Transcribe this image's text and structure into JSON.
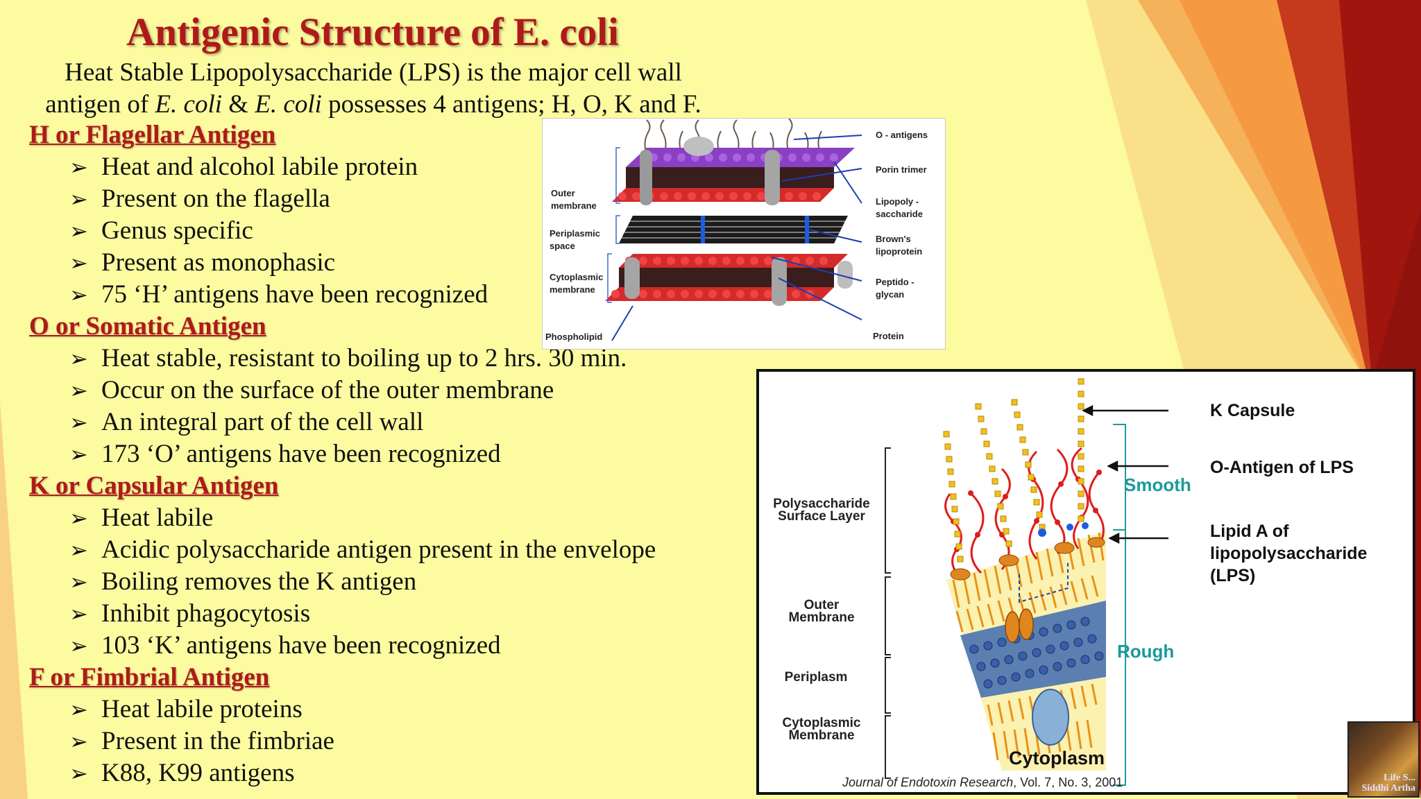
{
  "slide": {
    "title": "Antigenic Structure of E. coli",
    "intro": {
      "line1": "Heat Stable Lipopolysaccharide (LPS) is the major cell wall",
      "line2_a": "antigen of ",
      "line2_italic1": "E. coli",
      "line2_b": " & ",
      "line2_italic2": "E. coli",
      "line2_c": " possesses 4 antigens; H, O, K and F."
    },
    "arrow_glyph": "➢",
    "sections": [
      {
        "heading": "H or Flagellar Antigen",
        "bullets": [
          "Heat and alcohol labile protein",
          "Present on the flagella",
          "Genus specific",
          "Present as monophasic",
          "75 ‘H’ antigens have been recognized"
        ]
      },
      {
        "heading": "O or Somatic Antigen",
        "bullets": [
          "Heat stable, resistant to boiling up to 2 hrs. 30 min.",
          "Occur on the surface of the outer membrane",
          "An integral part of the cell wall",
          "173 ‘O’ antigens have been recognized"
        ]
      },
      {
        "heading": "K or Capsular Antigen",
        "bullets": [
          "Heat labile",
          "Acidic polysaccharide antigen present in the envelope",
          "Boiling removes the K antigen",
          "Inhibit phagocytosis",
          "103 ‘K’ antigens have been recognized"
        ]
      },
      {
        "heading": "F or Fimbrial Antigen",
        "bullets": [
          "Heat labile proteins",
          "Present in the fimbriae",
          "K88, K99 antigens"
        ]
      }
    ]
  },
  "figure_membrane": {
    "left_labels": {
      "outer_1": "Outer",
      "outer_2": "membrane",
      "peri_1": "Periplasmic",
      "peri_2": "space",
      "cyto_1": "Cytoplasmic",
      "cyto_2": "membrane",
      "phospholipid": "Phospholipid"
    },
    "right_labels": {
      "o_antigens": "O - antigens",
      "porin": "Porin trimer",
      "lps_1": "Lipopoly -",
      "lps_2": "saccharide",
      "browns_1": "Brown's",
      "browns_2": "lipoprotein",
      "pepti_1": "Peptido -",
      "pepti_2": "glycan",
      "protein": "Protein"
    }
  },
  "figure_lps": {
    "left_labels": {
      "poly_1": "Polysaccharide",
      "poly_2": "Surface Layer",
      "outer_1": "Outer",
      "outer_2": "Membrane",
      "periplasm": "Periplasm",
      "cyto_1": "Cytoplasmic",
      "cyto_2": "Membrane"
    },
    "right_labels": {
      "k_capsule": "K Capsule",
      "o_antigen": "O-Antigen of LPS",
      "lipid_1": "Lipid A of",
      "lipid_2": "lipopolysaccharide",
      "lipid_3": "(LPS)",
      "smooth": "Smooth",
      "rough": "Rough"
    },
    "cytoplasm": "Cytoplasm",
    "citation_journal": "Journal of Endotoxin Research",
    "citation_rest": ", Vol. 7, No. 3, 2001"
  },
  "corner_logo": {
    "line1": "Life S...",
    "line2": "Siddhi Artha"
  },
  "colors": {
    "background": "#fdfb9f",
    "heading_red": "#b0191a",
    "smooth_rough_teal": "#1a9a9a"
  }
}
